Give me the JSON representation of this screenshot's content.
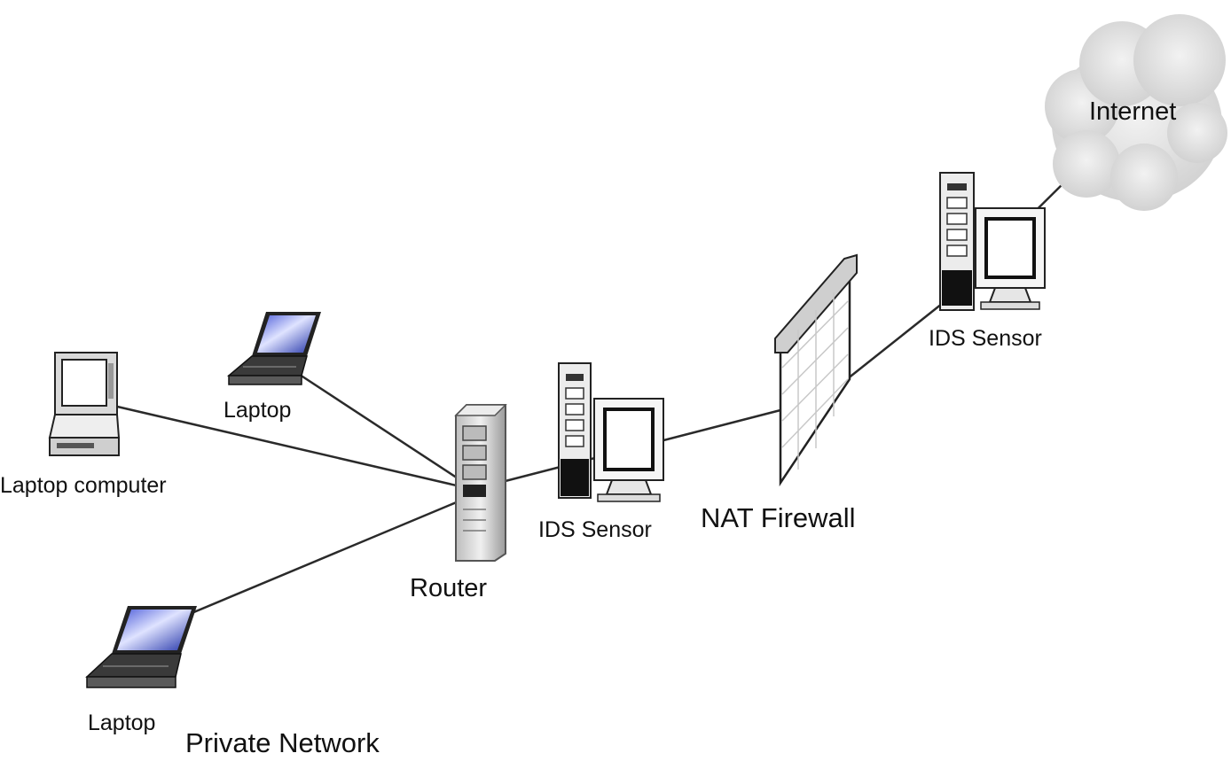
{
  "labels": {
    "internet": "Internet",
    "ids_sensor_right": "IDS Sensor",
    "nat_firewall": "NAT Firewall",
    "ids_sensor_middle": "IDS Sensor",
    "router": "Router",
    "laptop_top": "Laptop",
    "laptop_computer": "Laptop computer",
    "laptop_bottom": "Laptop",
    "private_network": "Private Network"
  },
  "colors": {
    "line": "#2a2a2a",
    "cloud": "#dcdcdc",
    "laptop_screen": "#2f3fb5",
    "device_body": "#d9d9d9",
    "device_dark": "#1a1a1a"
  },
  "icons": [
    "cloud-icon",
    "ids-sensor-icon",
    "firewall-icon",
    "router-icon",
    "laptop-icon",
    "laptop-computer-icon"
  ]
}
